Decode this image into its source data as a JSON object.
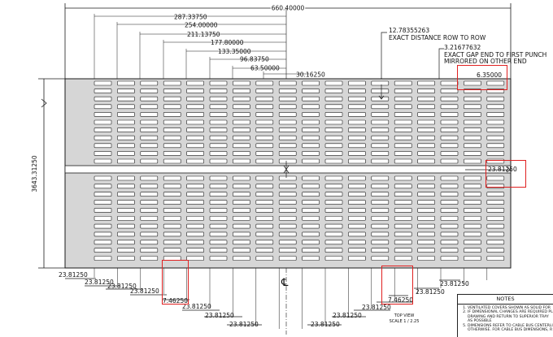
{
  "dimensions": {
    "overall_width": "660.40000",
    "top_offsets": [
      "287.33750",
      "254.00000",
      "211.13750",
      "177.80000",
      "133.35000",
      "96.83750",
      "63.50000"
    ],
    "center_offset": "30.16250",
    "overall_height": "3643.31250",
    "distance_row_value": "12.78355263",
    "distance_row_note": "EXACT DISTANCE ROW TO ROW",
    "gap_end_value": "3.21677632",
    "gap_end_note_1": "EXACT GAP END TO FIRST PUNCH",
    "gap_end_note_2": "MIRRORED ON OTHER END",
    "slot_width": "6.35000",
    "right_gap": "23.81250",
    "bottom_pitch": "23.81250",
    "slot_length": "7.46250"
  },
  "centerline_symbol": "℄",
  "view_label": "TOP VIEW",
  "scale_label": "SCALE 1 / 2.25",
  "notes": {
    "title": "NOTES",
    "items": [
      "VENTILATED COVERS SHOWN AS SOLID FOR",
      "IF DIMENSIONAL CHANGES ARE REQUIRED PL",
      "DRAWING AND RETURN TO SUPERIOR TRAY",
      "AS POSSIBLE",
      "DIMENSIONS REFER TO CABLE BUS CENTERLI",
      "OTHERWISE. FOR CABLE BUS DIMENSIONS, R"
    ]
  },
  "colors": {
    "cover_fill": "#d6d6d6",
    "slot_fill": "#ffffff",
    "line": "#1a1a1a",
    "highlight": "#e02020"
  }
}
